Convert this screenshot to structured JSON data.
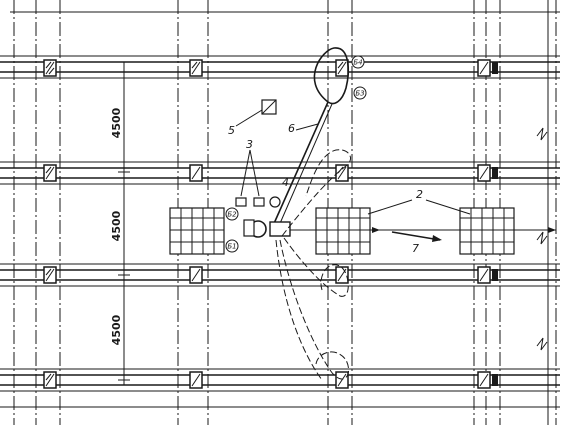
{
  "dimensions": [
    "4500",
    "4500",
    "4500"
  ],
  "callouts": {
    "packages": "2",
    "supports": "3",
    "circle": "4",
    "square": "5",
    "crane": "6",
    "direction": "7"
  },
  "crane_positions": [
    "Б1",
    "Б2",
    "Б3",
    "Б4"
  ],
  "colors": {
    "ink": "#1a1a1a",
    "paper": "#ffffff"
  }
}
